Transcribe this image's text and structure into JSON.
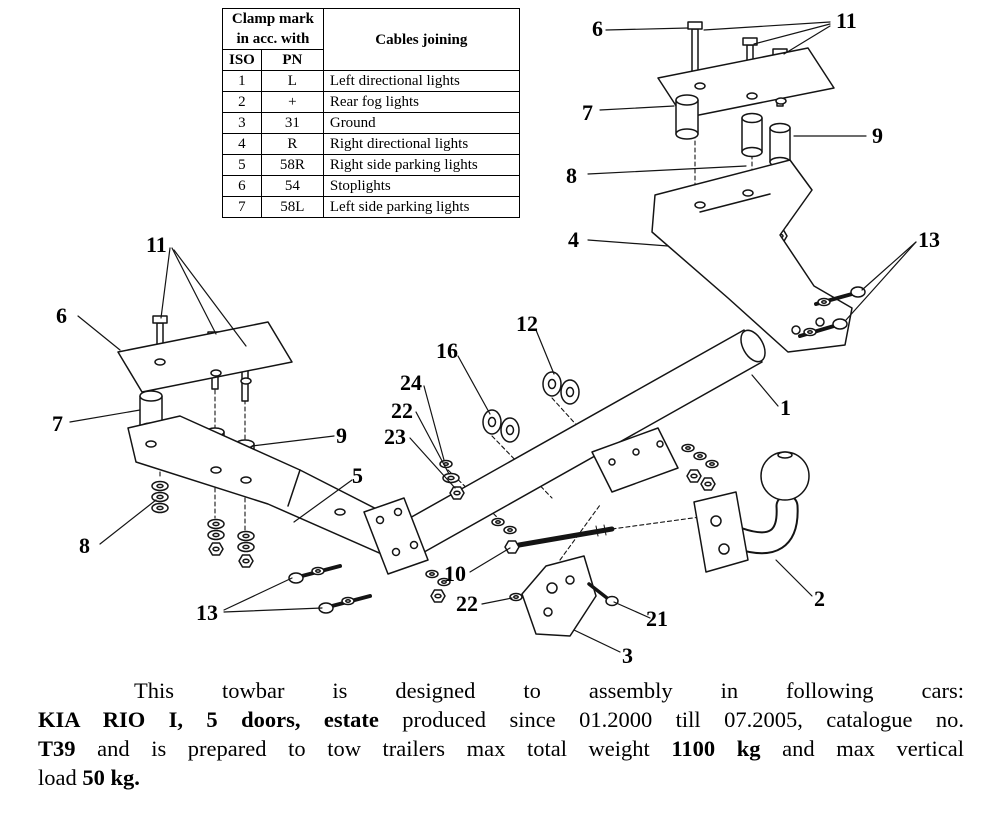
{
  "table": {
    "header_line1": "Clamp mark",
    "header_line2": "in acc. with",
    "header_cables": "Cables joining",
    "col_iso": "ISO",
    "col_pn": "PN",
    "rows": [
      {
        "iso": "1",
        "pn": "L",
        "cable": "Left directional lights"
      },
      {
        "iso": "2",
        "pn": "+",
        "cable": "Rear fog lights"
      },
      {
        "iso": "3",
        "pn": "31",
        "cable": "Ground"
      },
      {
        "iso": "4",
        "pn": "R",
        "cable": "Right directional lights"
      },
      {
        "iso": "5",
        "pn": "58R",
        "cable": "Right side parking lights"
      },
      {
        "iso": "6",
        "pn": "54",
        "cable": "Stoplights"
      },
      {
        "iso": "7",
        "pn": "58L",
        "cable": "Left side parking lights"
      }
    ]
  },
  "diagram": {
    "labels": [
      {
        "text": "6"
      },
      {
        "text": "11"
      },
      {
        "text": "7"
      },
      {
        "text": "9"
      },
      {
        "text": "8"
      },
      {
        "text": "4"
      },
      {
        "text": "13"
      },
      {
        "text": "11"
      },
      {
        "text": "6"
      },
      {
        "text": "12"
      },
      {
        "text": "16"
      },
      {
        "text": "24"
      },
      {
        "text": "22"
      },
      {
        "text": "23"
      },
      {
        "text": "7"
      },
      {
        "text": "9"
      },
      {
        "text": "5"
      },
      {
        "text": "1"
      },
      {
        "text": "8"
      },
      {
        "text": "10"
      },
      {
        "text": "22"
      },
      {
        "text": "2"
      },
      {
        "text": "21"
      },
      {
        "text": "13"
      },
      {
        "text": "3"
      }
    ]
  },
  "footer": {
    "line1": "This towbar is designed to assembly in following cars:",
    "line2_bold": "KIA RIO I, 5 doors, estate",
    "line2_rest": " produced since 01.2000 till 07.2005, catalogue no.",
    "line3_bold1": "T39",
    "line3_mid": " and is prepared to tow trailers max total weight ",
    "line3_bold2": "1100 kg",
    "line3_end": " and max vertical",
    "line4_start": "load ",
    "line4_bold": "50 kg."
  }
}
